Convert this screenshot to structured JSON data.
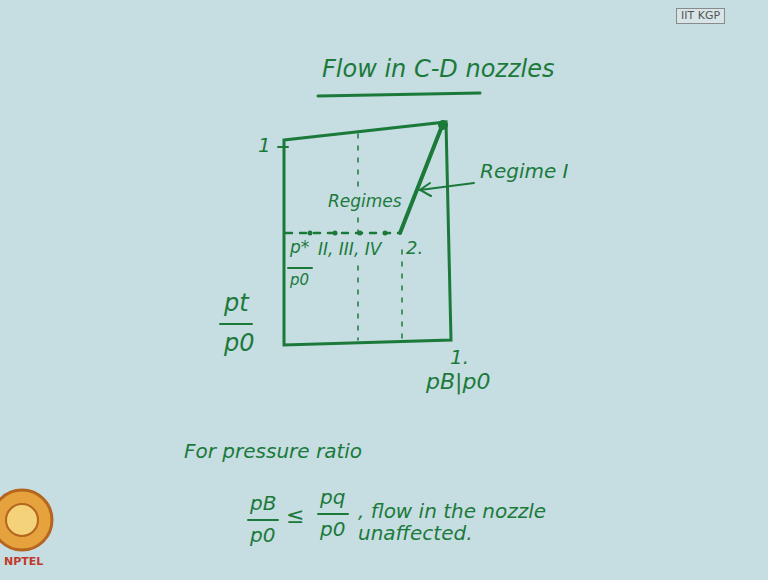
{
  "diagram": {
    "title": "Flow in C-D nozzles",
    "labels": [
      "IIT KGP",
      "1",
      "Regime I",
      "Regimes",
      "II, III, IV",
      "2.",
      "p*",
      "p0",
      "pt",
      "p0",
      "1.",
      "pB|p0",
      "For pressure ratio",
      "pB",
      "p0",
      "≤",
      "pq",
      "p0",
      ", flow in the nozzle unaffected.",
      "NPTEL"
    ]
  }
}
